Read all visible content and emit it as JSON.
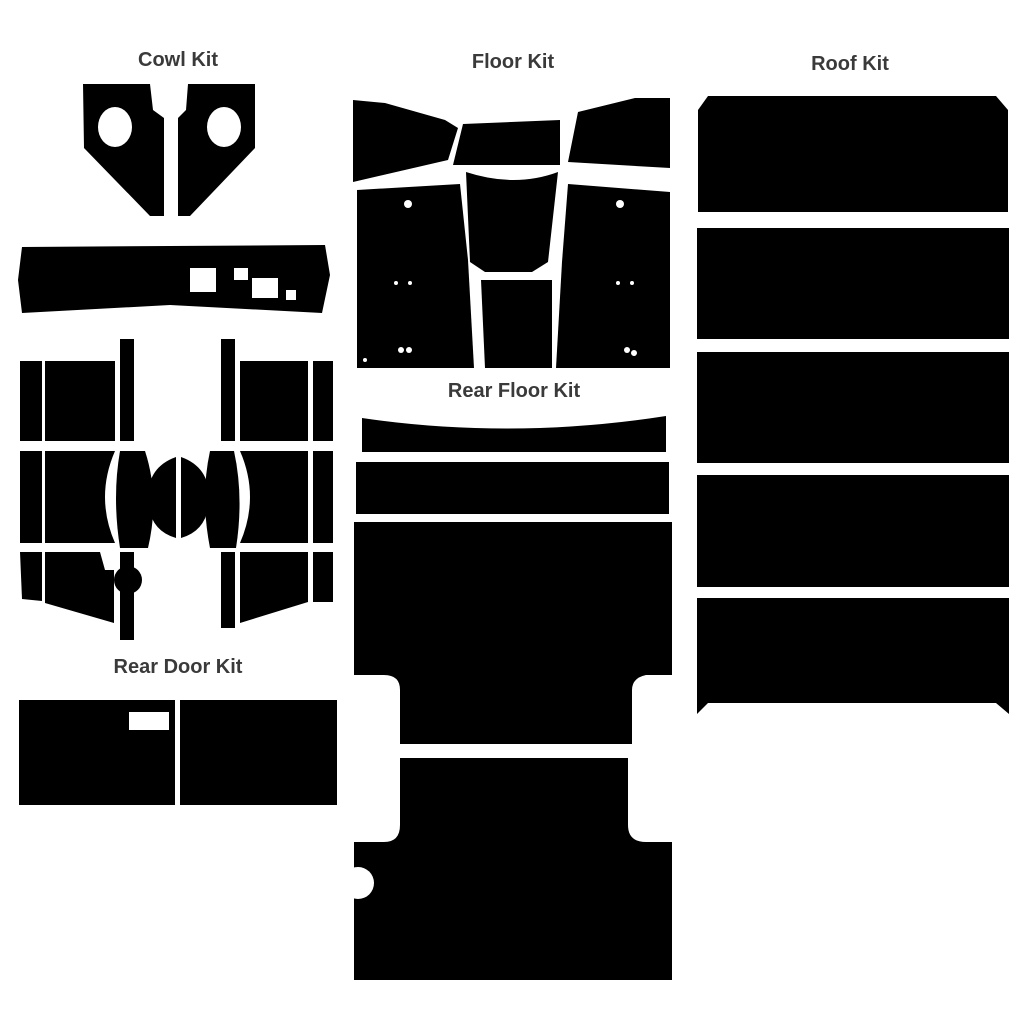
{
  "labels": {
    "cowl": "Cowl Kit",
    "floor": "Floor Kit",
    "roof": "Roof Kit",
    "rear_floor": "Rear Floor Kit",
    "rear_door": "Rear Door Kit"
  },
  "colors": {
    "piece": "#000000",
    "background": "#ffffff",
    "label": "#3a3a3a"
  }
}
